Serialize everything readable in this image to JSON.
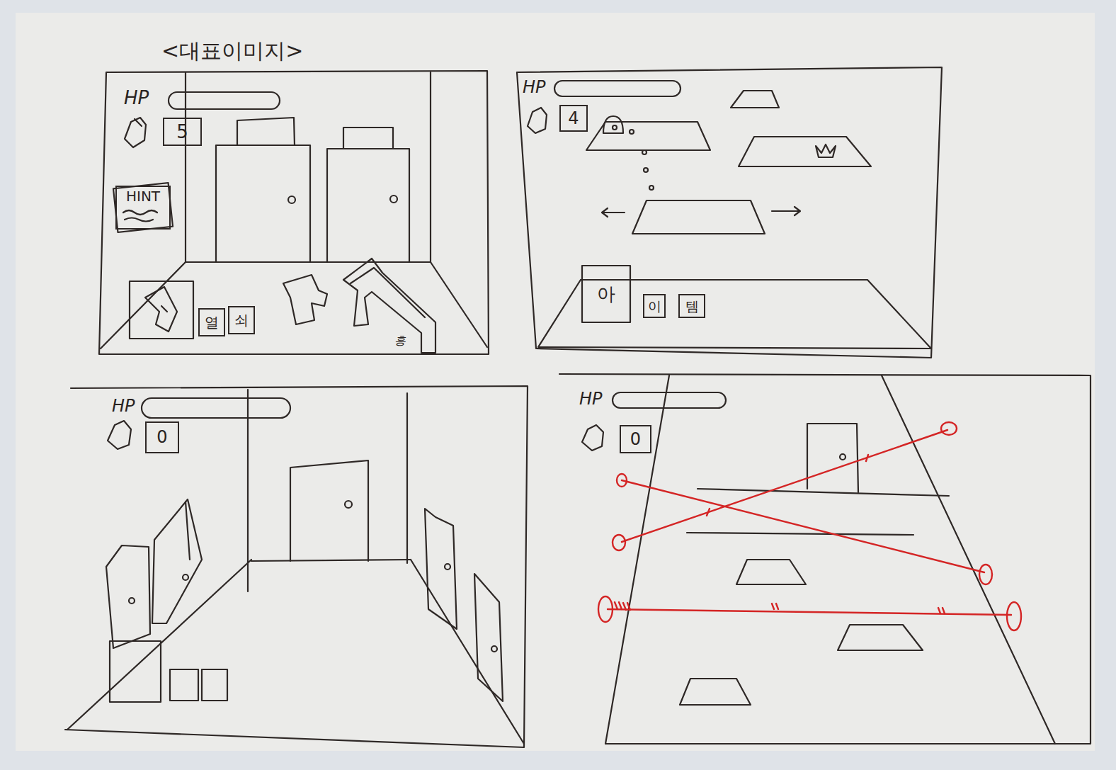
{
  "diagram": {
    "title": "<대표이미지>",
    "nodes": [
      {
        "text": [
          "5"
        ]
      },
      {
        "text": [
          "HINT"
        ]
      },
      {
        "text": [
          "열"
        ]
      },
      {
        "text": [
          "쇠"
        ]
      },
      {
        "text": [
          "4"
        ]
      },
      {
        "text": [
          "아"
        ]
      },
      {
        "text": [
          "이"
        ]
      },
      {
        "text": [
          "템"
        ]
      },
      {
        "text": [
          "0"
        ]
      },
      {
        "text": [
          "0"
        ]
      }
    ],
    "labels": [
      "HP",
      "HP",
      "HP",
      "HP",
      "흥"
    ]
  }
}
